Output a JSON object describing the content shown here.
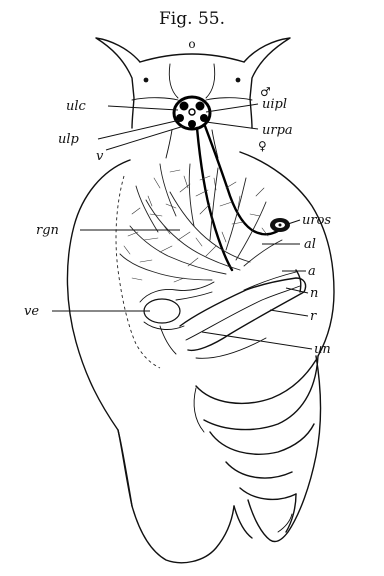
{
  "figure": {
    "title": "Fig. 55.",
    "labels": {
      "o": "o",
      "male_symbol": "♂",
      "female_symbol": "♀",
      "ulc": "ulc",
      "ulp": "ulp",
      "v": "v",
      "uipl": "uipl",
      "urpa": "urpa",
      "rgn": "rgn",
      "uros": "uros",
      "al": "al",
      "a": "a",
      "n": "n",
      "r": "r",
      "ve": "ve",
      "un": "un"
    }
  }
}
